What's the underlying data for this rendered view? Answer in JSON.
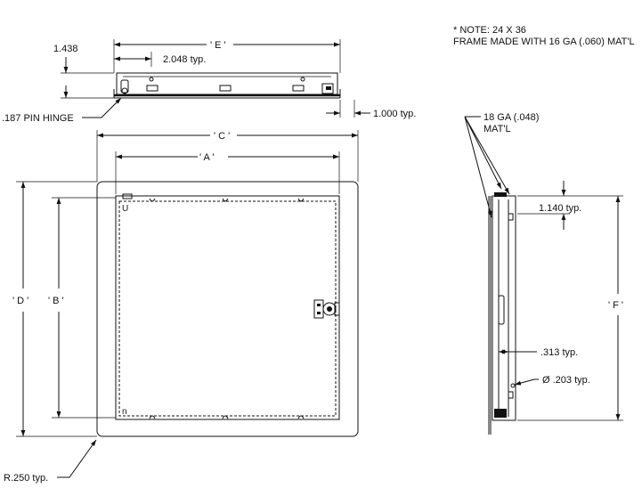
{
  "note": {
    "line1": "* NOTE: 24 X 36",
    "line2": "FRAME MADE WITH 16 GA (.060) MAT'L"
  },
  "dimensions": {
    "e": "' E '",
    "c": "' C '",
    "a": "' A '",
    "d": "' D '",
    "b": "' B '",
    "f": "' F '",
    "height_1438": "1.438",
    "typ_2048": "2.048 typ.",
    "pin_hinge": ".187 PIN HINGE",
    "typ_1000": "1.000 typ.",
    "gauge_line1": "18 GA (.048)",
    "gauge_line2": "MAT'L",
    "typ_1140": "1.140 typ.",
    "typ_313": ".313 typ.",
    "hole_dia": "Ø  .203 typ.",
    "radius": "R.250 typ."
  },
  "callouts": {
    "hinge_top": "U",
    "hinge_bottom": "n"
  }
}
